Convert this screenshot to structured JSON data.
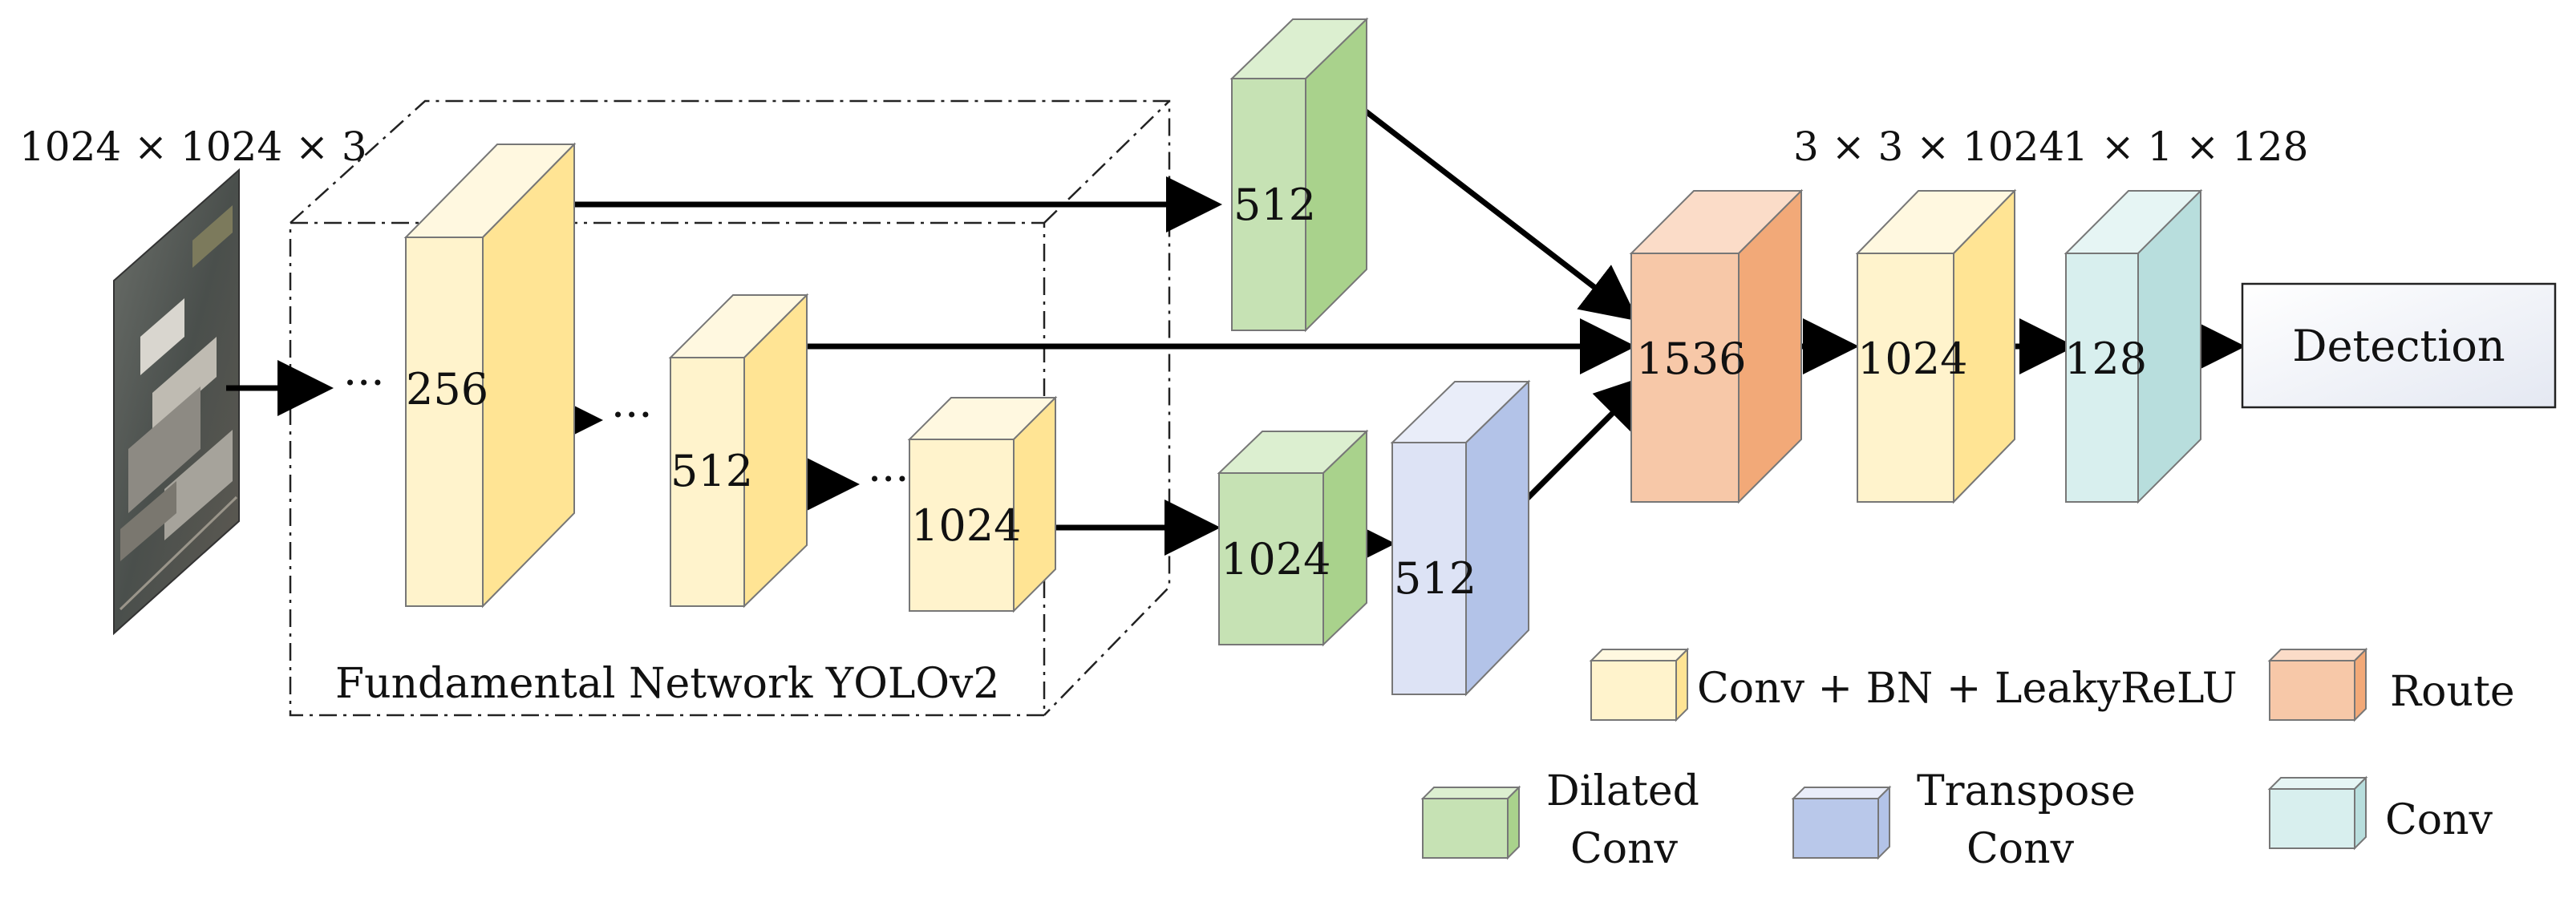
{
  "input": {
    "dims_label": "1024 × 1024 × 3"
  },
  "backbone": {
    "title": "Fundamental Network YOLOv2",
    "ellipsis": "···",
    "blocks": [
      "256",
      "512",
      "1024"
    ]
  },
  "branch_top": {
    "label": "512"
  },
  "branch_bottom": {
    "dilated_label": "1024",
    "transpose_label": "512"
  },
  "head": {
    "route_label": "1536",
    "conv1_label": "1024",
    "conv1_dims": "3 × 3 × 1024",
    "conv2_label": "128",
    "conv2_dims": "1 × 1 × 128",
    "output_label": "Detection"
  },
  "legend": {
    "conv_bn": "Conv + BN + LeakyReLU",
    "route": "Route",
    "dilated_line1": "Dilated",
    "dilated_line2": "Conv",
    "transpose_line1": "Transpose",
    "transpose_line2": "Conv",
    "conv": "Conv"
  },
  "colors": {
    "yellow_front": "#fff3cc",
    "yellow_top": "#fff8e0",
    "yellow_side": "#ffe494",
    "green_front": "#c6e2b4",
    "green_top": "#dcefd0",
    "green_side": "#a9d28c",
    "blue_front": "#dde3f5",
    "blue_top": "#e9edf9",
    "blue_side": "#b3c3e8",
    "orange_front": "#f7c8a8",
    "orange_top": "#fbdcc8",
    "orange_side": "#f2a978",
    "teal_front": "#d8efee",
    "teal_top": "#e6f5f4",
    "teal_side": "#b8dedd"
  }
}
